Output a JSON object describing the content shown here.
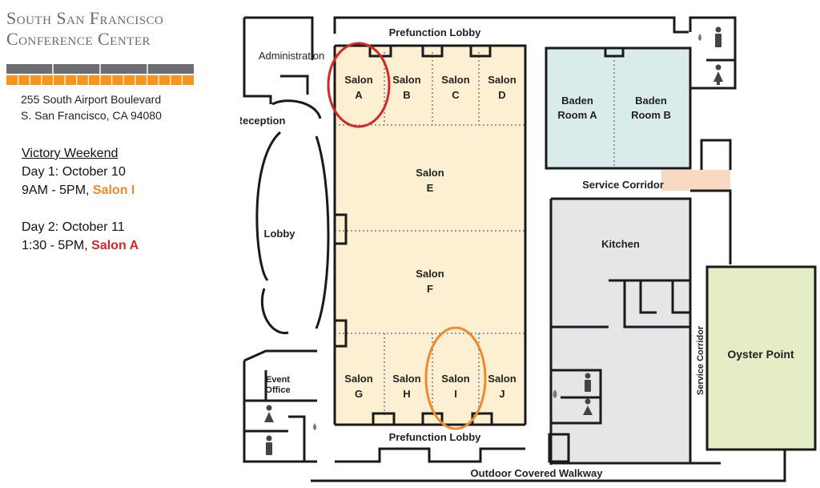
{
  "header": {
    "org_line1": "South San Francisco",
    "org_line2": "Conference Center",
    "address_line1": "255 South Airport Boulevard",
    "address_line2": "S. San Francisco, CA 94080"
  },
  "event": {
    "title": "Victory Weekend",
    "day1_prefix": "Day 1: October 10",
    "day1_time": "9AM - 5PM, ",
    "day1_room": "Salon I",
    "day2_prefix": "Day 2: October 11",
    "day2_time": "1:30 - 5PM, ",
    "day2_room": "Salon A"
  },
  "colors": {
    "salon_fill": "#fdf0d2",
    "baden_fill": "#d9ebea",
    "kitchen_fill": "#e6e6e8",
    "oyster_fill": "#e4edc6",
    "corridor_fill": "#f8d9c3",
    "highlight_red": "#d7262a",
    "highlight_orange": "#ee8a2c",
    "brand_gray": "#6d6e71",
    "brand_orange": "#f7941d"
  },
  "map": {
    "prefunction_top": "Prefunction Lobby",
    "prefunction_bottom": "Prefunction Lobby",
    "administration": "Administration",
    "reception": "Reception",
    "lobby": "Lobby",
    "event_office_1": "Event",
    "event_office_2": "Office",
    "salon_word": "Salon",
    "salon_a": "A",
    "salon_b": "B",
    "salon_c": "C",
    "salon_d": "D",
    "salon_e": "E",
    "salon_f": "F",
    "salon_g": "G",
    "salon_h": "H",
    "salon_i": "I",
    "salon_j": "J",
    "baden_word": "Baden",
    "baden_a": "Room A",
    "baden_b": "Room B",
    "service_corridor_h": "Service Corridor",
    "service_corridor_v": "Service Corridor",
    "kitchen": "Kitchen",
    "oyster_point": "Oyster Point",
    "walkway": "Outdoor Covered Walkway"
  },
  "icons": [
    "male-restroom-icon",
    "female-restroom-icon",
    "drinking-fountain-icon"
  ]
}
